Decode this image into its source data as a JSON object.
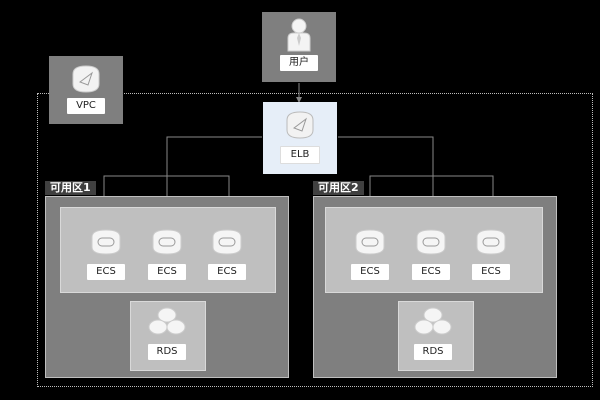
{
  "user": {
    "label": "用户",
    "icon": "user-icon"
  },
  "vpc": {
    "label": "VPC",
    "icon": "vpc-icon"
  },
  "elb": {
    "label": "ELB",
    "icon": "load-balancer-icon"
  },
  "zones": [
    {
      "title": "可用区1",
      "ecs": [
        "ECS",
        "ECS",
        "ECS"
      ],
      "rds": "RDS"
    },
    {
      "title": "可用区2",
      "ecs": [
        "ECS",
        "ECS",
        "ECS"
      ],
      "rds": "RDS"
    }
  ],
  "colors": {
    "background": "#000000",
    "zone": "#7f7f7f",
    "inner": "#bfbfbf",
    "label": "#ffffff",
    "elb_box": "#e6eef8"
  }
}
